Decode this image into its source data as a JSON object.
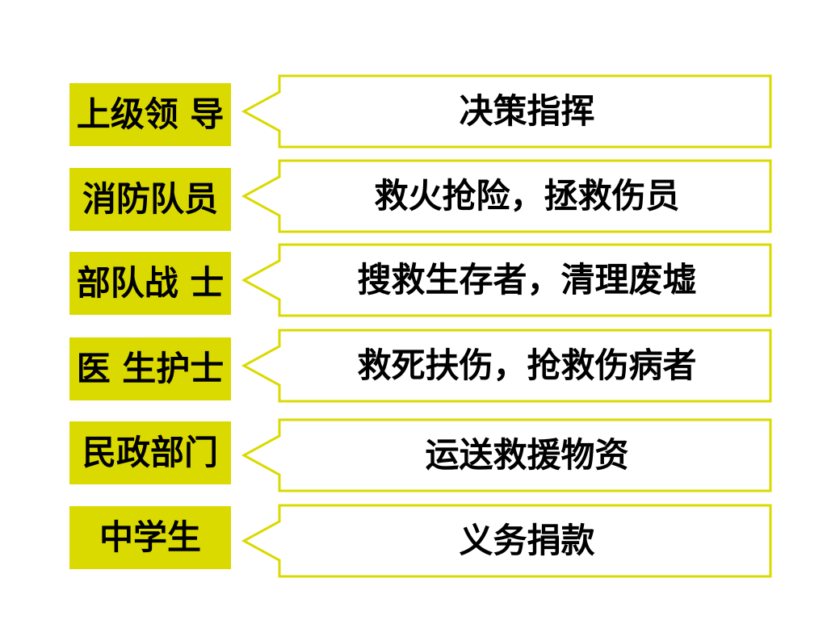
{
  "rows": [
    {
      "role": "上级领 导",
      "task": "决策指挥"
    },
    {
      "role": "消防队员",
      "task": "救火抢险，拯救伤员"
    },
    {
      "role": "部队战 士",
      "task": "搜救生存者，清理废墟"
    },
    {
      "role": "医 生护士",
      "task": "救死扶伤，抢救伤病者"
    },
    {
      "role": "民政部门",
      "task": "运送救援物资"
    },
    {
      "role": "中学生",
      "task": "义务捐款"
    }
  ],
  "colors": {
    "label_fill": "#dada00",
    "callout_border": "#dada00",
    "text": "#000000",
    "background": "#ffffff"
  }
}
